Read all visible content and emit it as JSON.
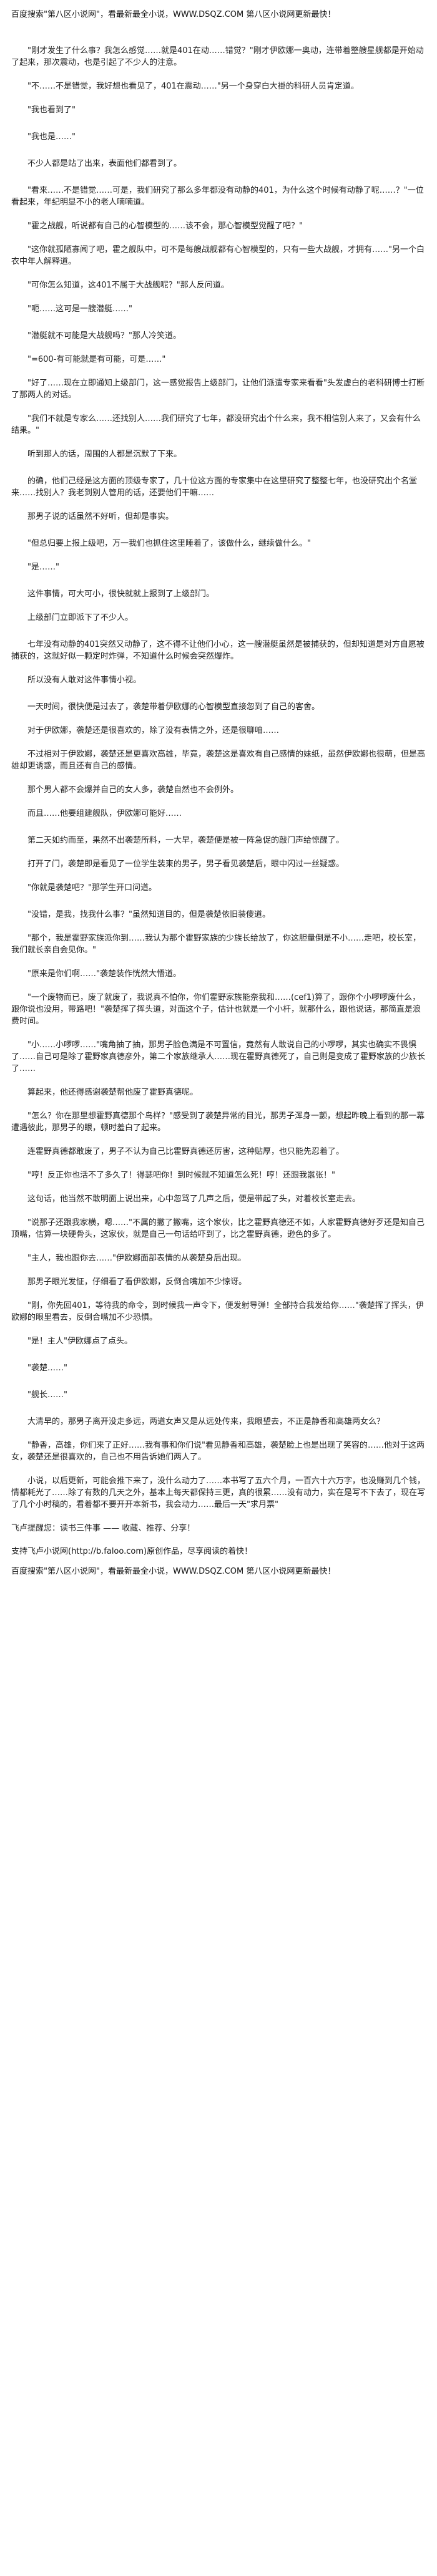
{
  "header": {
    "banner": "百度搜索\"第八区小说网\"，看最新最全小说，WWW.DSQZ.COM 第八区小说网更新最快！"
  },
  "paragraphs": [
    "\"刚才发生了什么事？我怎么感觉……就是401在动……错觉？\"刚才伊欧娜一奥动，连带着整艘星舰都是开始动了起来，那次震动，也是引起了不少人的注意。",
    "\"不……不是错觉，我好想也看见了，401在震动……\"另一个身穿白大褂的科研人员肯定道。",
    "\"我也看到了\"",
    "\"我也是……\"",
    "不少人都是站了出来，表面他们都看到了。",
    "\"看来……不是错觉……可是，我们研究了那么多年都没有动静的401，为什么这个时候有动静了呢……？\"一位看起来，年纪明显不小的老人喃喃道。",
    "\"霍之战舰，听说都有自己的心智模型的……该不会，那心智模型觉醒了吧？\"",
    "\"这你就孤陋寡闻了吧，霍之舰队中，可不是每艘战舰都有心智模型的，只有一些大战舰，才拥有……\"另一个白衣中年人解释道。",
    "\"可你怎么知道，这401不属于大战舰呢？\"那人反问道。",
    "\"呃……这可是一艘潜艇……\"",
    "\"潜艇就不可能是大战舰吗？\"那人冷笑道。",
    "\"=600-有可能就是有可能，可是……\"",
    "\"好了……现在立即通知上级部门，这一感觉报告上级部门，让他们派遣专家来看看\"头发虚白的老科研博士打断了那两人的对话。",
    "\"我们不就是专家么……还找别人……我们研究了七年，都没研究出个什么来，我不相信别人来了，又会有什么结果。\"",
    "听到那人的话，周围的人都是沉默了下来。",
    "的确，他们己经是这方面的顶级专家了，几十位这方面的专家集中在这里研究了整整七年，也没研究出个名堂来……找别人？我老到别人管用的话，还要他们干嘛……",
    "那男子说的话虽然不好听，但却是事实。",
    "\"但总归要上报上级吧，万一我们也抓住这里睡着了，该做什么，继续做什么。\"",
    "\"是……\"",
    "这件事情，可大可小，很快就就上报到了上级部门。",
    "上级部门立即派下了不少人。",
    "七年没有动静的401突然又动静了，这不得不让他们小心，这一艘潜艇虽然是被捕获的，但却知道是对方自愿被捕获的，这就好似一颗定时炸弹，不知道什么时候会突然爆炸。",
    "所以没有人敢对这件事情小视。",
    "一天时间，很快便是过去了，袭楚带着伊欧娜的心智模型直接忽到了自己的客舍。",
    "对于伊欧娜，袭楚还是很喜欢的，除了没有表情之外，还是很聊咱……",
    "不过相对于伊欧娜，袭楚还是更喜欢高雄，毕竟，袭楚这是喜欢有自己感情的妹纸，虽然伊欧娜也很萌，但是高雄却更诱惑，而且还有自己的感情。",
    "那个男人都不会爆并自己的女人多，袭楚自然也不会例外。",
    "而且……他要组建舰队，伊欧娜可能好……",
    "第二天如约而至，果然不出袭楚所料，一大早，袭楚便是被一阵急促的敲门声给惊醒了。",
    "打开了门，袭楚即是看见了一位学生装束的男子，男子看见袭楚后，眼中闪过一丝疑惑。",
    "\"你就是袭楚吧？\"那学生开口问道。",
    "\"没错，是我，找我什么事？\"虽然知道目的，但是袭楚依旧装傻道。",
    "\"那个，我是霍野家族派你到……我认为那个霍野家族的少族长给放了，你这胆量倒是不小……走吧，校长室，我们就长亲自会见你。\"",
    "\"原来是你们啊……\"袭楚装作恍然大悟道。",
    "\"一个废物而已，废了就废了，我说真不怕你，你们霍野家族能奈我和……(cef1)算了，跟你个小啰啰废什么，跟你说也没用，带路吧！\"袭楚挥了挥头道，对面这个子，估计也就是一个小杆，就那什么，跟他说话，那简直是浪费时间。",
    "\"小……小啰啰……\"嘴角抽了抽，那男子脸色满是不可置信，竟然有人敢说自己的小啰啰，其实也确实不畏惧了……自己可是除了霍野家真德彦外，第二个家族继承人……现在霍野真德死了，自己则是变成了霍野家族的少族长了……",
    "算起来，他还得感谢袭楚帮他废了霍野真德呢。",
    "\"怎么？你在那里想霍野真德那个鸟样？\"感受到了袭楚异常的目光，那男子浑身一颤，想起昨晚上看到的那一幕遭遇彼此，那男子的眼，顿时羞白了起来。",
    "连霍野真德都敢废了，男子不认为自己比霍野真德还厉害，这种贴厚，也只能先忍着了。",
    "\"哼！反正你也活不了多久了！得瑟吧你！到时候就不知道怎么死！哼！还跟我嚣张！\"",
    "这句话，他当然不敢明面上说出来，心中忽骂了几声之后，便是带起了头，对着校长室走去。",
    "\"说那子还跟我家横，嗯……\"不属的撇了撇嘴，这个家伙，比之霍野真德还不如，人家霍野真德好歹还是知自己顶嘴，估算一块硬骨头，这家伙，就是自己一句话给吓到了，比之霍野真德，逊色的多了。",
    "\"主人，我也跟你去……\"伊欧娜面部表情的从袭楚身后出现。",
    "那男子眼光发怔，仔细看了看伊欧娜，反倒合嘴加不少惊讶。",
    "\"刚，你先回401，等待我的命令，到时候我一声令下，便发射导弹！全部持合我发给你……\"袭楚挥了挥头，伊欧娜的眼里看去，反倒合嘴加不少恐惧。",
    "\"是！主人\"伊欧娜点了点头。",
    "\"袭楚……\"",
    "\"舰长……\"",
    "大清早的，那男子离开没走多远，两道女声又是从远处传来，我眼望去，不正是静香和高雄两女么？",
    "\"静香，高雄，你们来了正好……我有事和你们说\"看见静香和高雄，袭楚脸上也是出现了笑容的……他对于这两女，袭楚还是很喜欢的，自己也不用告诉她们两人了。",
    "小说，以后更新，可能会推下来了，没什么动力了……本书写了五六个月，一百六十六万字，也没赚到几个钱，情都耗光了……除了有数的几天之外，基本上每天都保持三更，真的很累……没有动力，实在是写不下去了，现在写了几个小时稿的，看着都不要开开本新书，我会动力……最后一天\"求月票\""
  ],
  "footer_note": "飞卢提醒您：读书三件事 —— 收藏、推荐、分享！",
  "footer": {
    "support": "支持飞卢小说网(http://b.faloo.com)原创作品，尽享阅读的着快！",
    "banner": "百度搜索\"第八区小说网\"，看最新最全小说，WWW.DSQZ.COM 第八区小说网更新最快！"
  }
}
